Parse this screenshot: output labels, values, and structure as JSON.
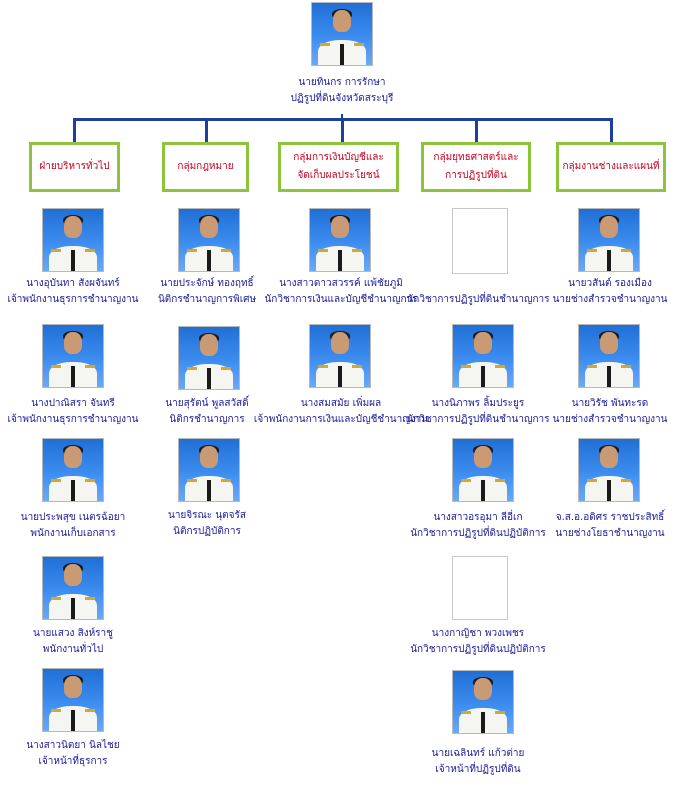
{
  "head": {
    "name": "นายทินกร การรักษา",
    "position": "ปฏิรูปที่ดินจังหวัดสระบุรี"
  },
  "departments": [
    {
      "lines": [
        "ฝ่ายบริหารทั่วไป"
      ]
    },
    {
      "lines": [
        "กลุ่มกฎหมาย"
      ]
    },
    {
      "lines": [
        "กลุ่มการเงินบัญชีและ",
        "จัดเก็บผลประโยชน์"
      ]
    },
    {
      "lines": [
        "กลุ่มยุทธศาสตร์และ",
        "การปฏิรูปที่ดิน"
      ]
    },
    {
      "lines": [
        "กลุ่มงานช่างและแผนที่"
      ]
    }
  ],
  "staff": [
    [
      {
        "name": "นางอุบันทา สังผจันทร์",
        "position": "เจ้าพนักงานธุรการชำนาญงาน"
      },
      {
        "name": "นางปาณิสรา จันทรี",
        "position": "เจ้าพนักงานธุรการชำนาญงาน"
      },
      {
        "name": "นายประพสุข เนตรฉ้อยา",
        "position": "พนักงานเก็บเอกสาร"
      },
      {
        "name": "นายแสวง สิงห์ราชู",
        "position": "พนักงานทั่วไป"
      },
      {
        "name": "นางสาวนิตยา นิลไชย",
        "position": "เจ้าหน้าที่ธุรการ"
      }
    ],
    [
      {
        "name": "นายประจักษ์ ทองฤทธิ์",
        "position": "นิติกรชำนาญการพิเศษ"
      },
      {
        "name": "นายสุรัตน์ พูลสวัสดิ์",
        "position": "นิติกรชำนาญการ"
      },
      {
        "name": "นายจิรณะ นุตจรัส",
        "position": "นิติกรปฏิบัติการ"
      }
    ],
    [
      {
        "name": "นางสาวดาวสวรรค์ แพ้ชัยภูมิ",
        "position": "นักวิชาการเงินและบัญชีชำนาญการ"
      },
      {
        "name": "นางสมสมัย เพิ่มผล",
        "position": "เจ้าพนักงานการเงินและบัญชีชำนาญงาน"
      }
    ],
    [
      {
        "name": "",
        "position": "นักวิชาการปฏิรูปที่ดินชำนาญการ"
      },
      {
        "name": "นางนิภาพร ลิ้มประยูร",
        "position": "นักวิชาการปฏิรูปที่ดินชำนาญการ"
      },
      {
        "name": "นางสาวอรอุมา ลีอี่เก",
        "position": "นักวิชาการปฏิรูปที่ดินปฏิบัติการ"
      },
      {
        "name": "นางกาญิชา พวงเพชร",
        "position": "นักวิชาการปฏิรูปที่ดินปฏิบัติการ"
      },
      {
        "name": "นายเฉลินทร์ แก้วต่าย",
        "position": "เจ้าหน้าที่ปฏิรูปที่ดิน"
      }
    ],
    [
      {
        "name": "นายวสันต์ รองเมือง",
        "position": "นายช่างสำรวจชำนาญงาน"
      },
      {
        "name": "นายวิรัช พันทะรด",
        "position": "นายช่างสำรวจชำนาญงาน"
      },
      {
        "name": "จ.ส.อ.อดิศร ราชประสิทธิ์",
        "position": "นายช่างโยธาชำนาญงาน"
      }
    ]
  ]
}
